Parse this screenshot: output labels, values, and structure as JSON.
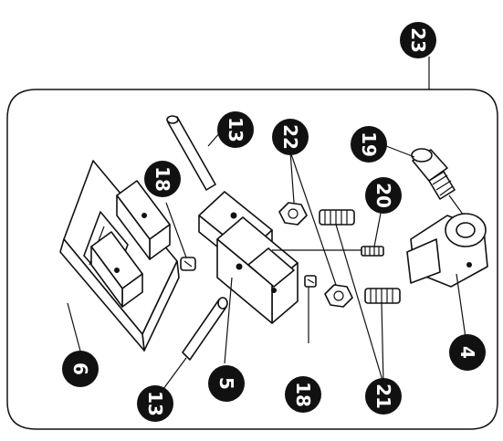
{
  "diagram": {
    "background": "#ffffff",
    "ink": "#111111",
    "labels": {
      "assembly": "23",
      "pin_top": "13",
      "pin_bottom": "13",
      "screw_top": "18",
      "screw_bottom": "18",
      "cap_screw": "19",
      "spring": "20",
      "nut_group": "22",
      "set_screw_group": "21",
      "bracket_base": "6",
      "bracket_middle": "5",
      "clamp": "4"
    }
  }
}
